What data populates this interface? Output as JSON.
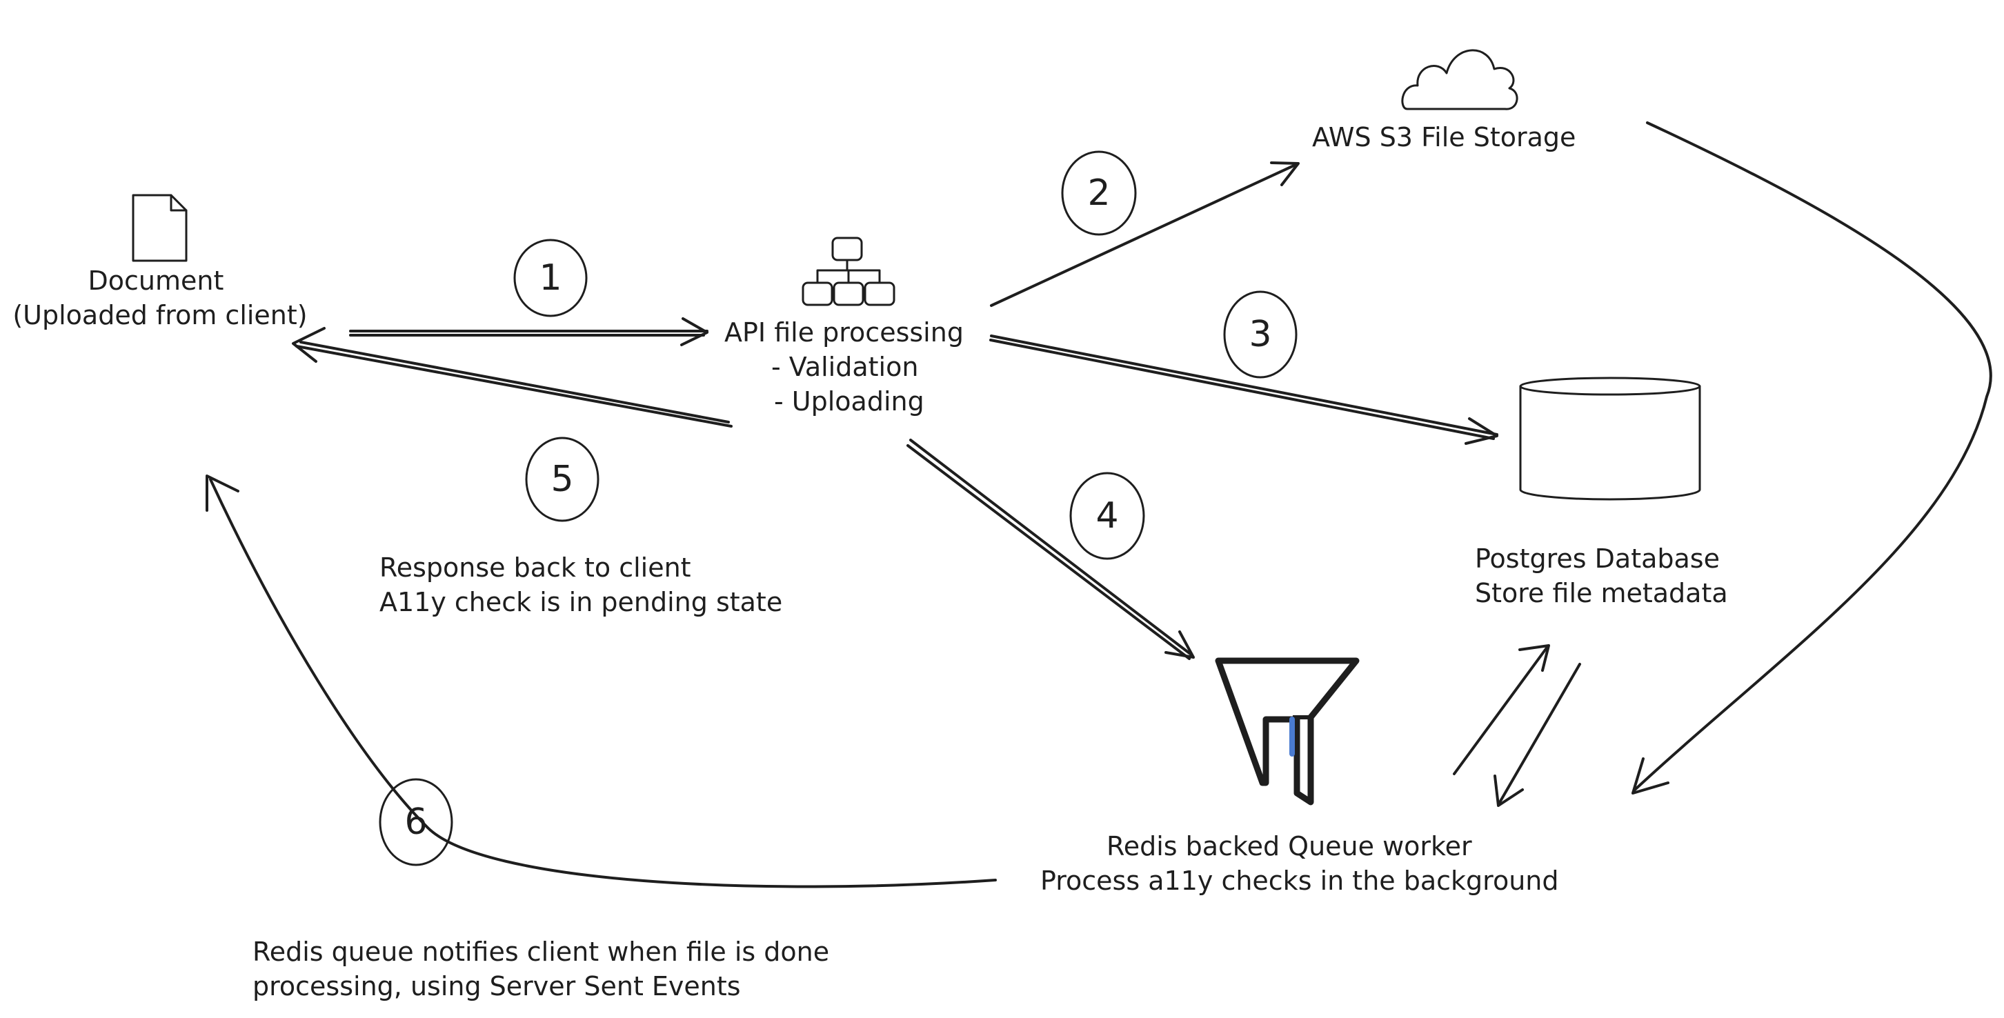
{
  "nodes": {
    "document": {
      "lines": [
        "Document",
        "(Uploaded from client)"
      ],
      "icon": "document-icon"
    },
    "api": {
      "lines": [
        "API file processing",
        "- Validation",
        "- Uploading"
      ],
      "icon": "hierarchy-icon"
    },
    "s3": {
      "lines": [
        "AWS S3 File Storage"
      ],
      "icon": "cloud-icon"
    },
    "postgres": {
      "lines": [
        "Postgres Database",
        "Store file metadata"
      ],
      "icon": "database-cylinder-icon"
    },
    "queue": {
      "lines": [
        "Redis backed Queue worker",
        "Process a11y checks in the background"
      ],
      "icon": "funnel-icon",
      "accent": "#4a7bd0"
    }
  },
  "steps": {
    "s1": {
      "label": "1"
    },
    "s2": {
      "label": "2"
    },
    "s3": {
      "label": "3"
    },
    "s4": {
      "label": "4"
    },
    "s5": {
      "label": "5",
      "lines": [
        "Response back to client",
        "A11y check is in pending state"
      ]
    },
    "s6": {
      "label": "6",
      "lines": [
        "Redis queue notifies client when file is done",
        "processing, using Server Sent Events"
      ]
    }
  },
  "colors": {
    "ink": "#1e1e1e",
    "accent": "#4a7bd0",
    "background": "#ffffff"
  }
}
